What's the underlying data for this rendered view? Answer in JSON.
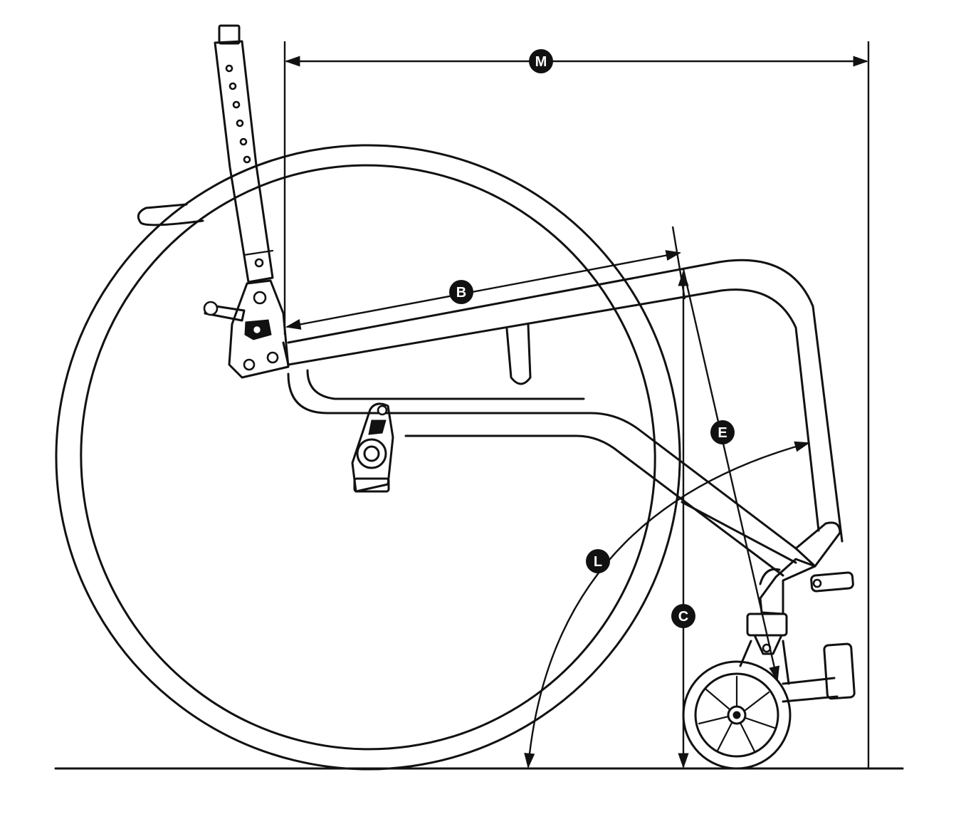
{
  "dimension_labels": {
    "M": "M",
    "B": "B",
    "E": "E",
    "L": "L",
    "C": "C"
  },
  "colors": {
    "line": "#111111",
    "background": "#ffffff",
    "badge": "#111111",
    "badge_text": "#ffffff"
  }
}
